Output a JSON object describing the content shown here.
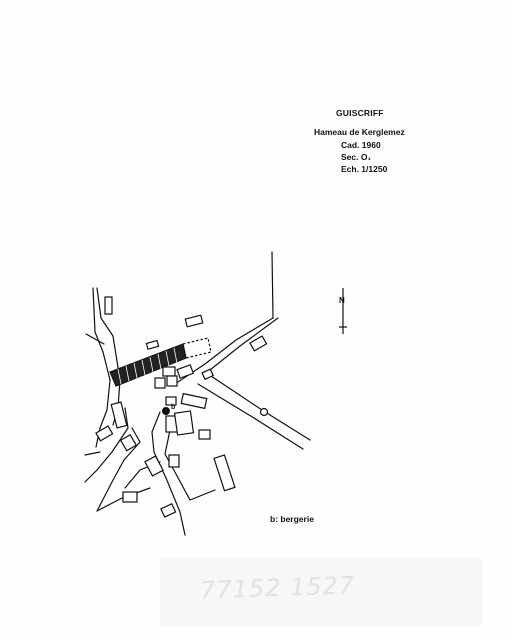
{
  "map": {
    "title": "GUISCRIFF",
    "subtitle": "Hameau de Kerglemez",
    "cadastre": "Cad. 1960",
    "section": "Sec. O₁",
    "scale": "Ech. 1/1250",
    "north_label": "N",
    "legend": "b: bergerie",
    "marker_letter": "b",
    "stamp_text": "77152 1527"
  }
}
